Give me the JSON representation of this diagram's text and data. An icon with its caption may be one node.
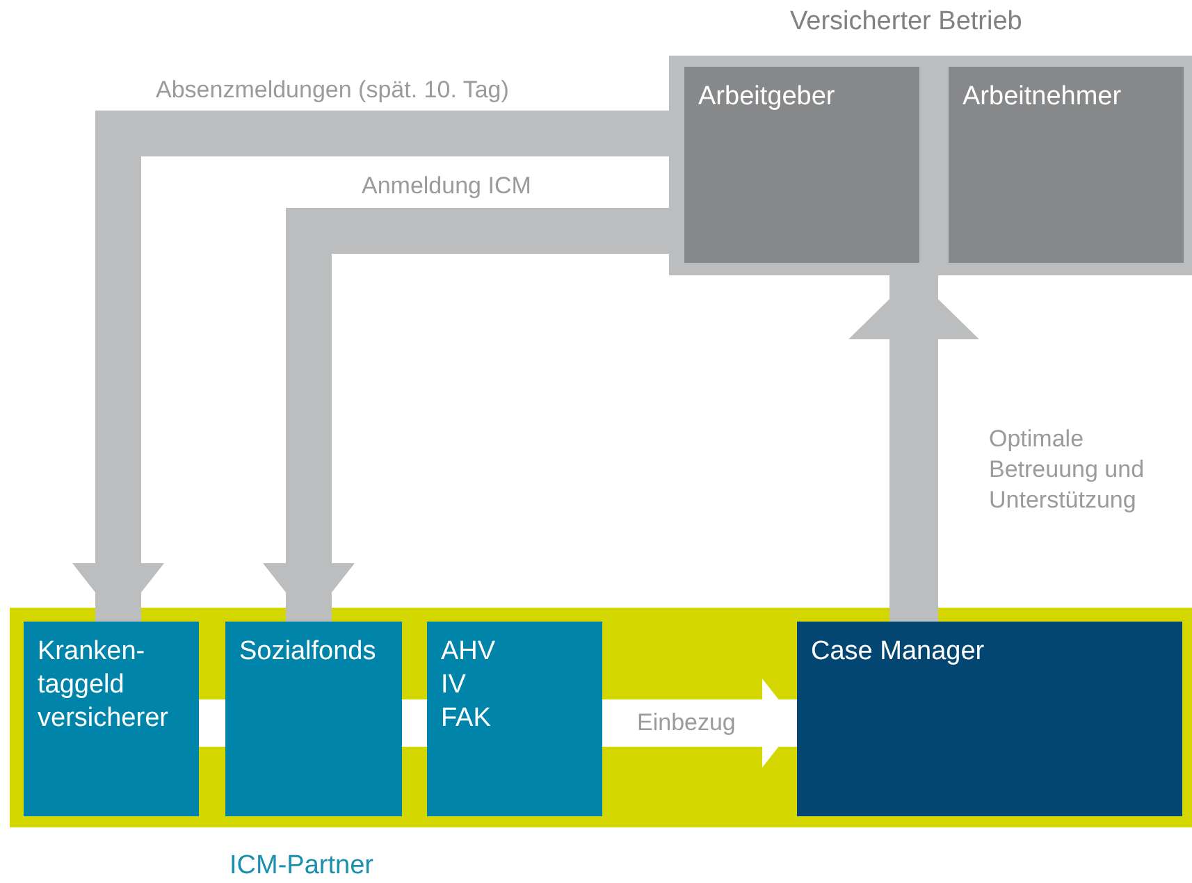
{
  "diagram": {
    "nodes": [
      {
        "text": [
          "Versicherter Betrieb"
        ]
      },
      {
        "text": [
          "Arbeitgeber"
        ],
        "in": 0
      },
      {
        "text": [
          "Arbeitnehmer"
        ],
        "in": 0
      },
      {
        "text": [
          "ICM-Partner"
        ]
      },
      {
        "text": [
          "Kranken- taggeld versicherer"
        ],
        "in": 3
      },
      {
        "text": [
          "Sozialfonds"
        ],
        "in": 3
      },
      {
        "text": [
          "AHV",
          "IV",
          "FAK"
        ],
        "in": 3
      },
      {
        "text": [
          "Case Manager"
        ],
        "in": 3
      }
    ],
    "edges": [
      {
        "from": 1,
        "to": 4,
        "arrow": "to",
        "label": "Absenzmeldungen (spät. 10. Tag)",
        "color": "#bcbdbf"
      },
      {
        "from": 1,
        "to": 5,
        "arrow": "to",
        "label": "Anmeldung ICM",
        "color": "#bcbdbf"
      },
      {
        "from": 7,
        "to": 0,
        "arrow": "to",
        "label": "Optimale Betreuung und Unterstützung",
        "color": "#bcbdbf"
      },
      {
        "from": 4,
        "to": 5,
        "arrow": "none",
        "color": "#ffffff"
      },
      {
        "from": 5,
        "to": 6,
        "arrow": "none",
        "color": "#ffffff"
      },
      {
        "from": 6,
        "to": 7,
        "arrow": "to",
        "label": "Einbezug",
        "color": "#ffffff"
      }
    ]
  }
}
